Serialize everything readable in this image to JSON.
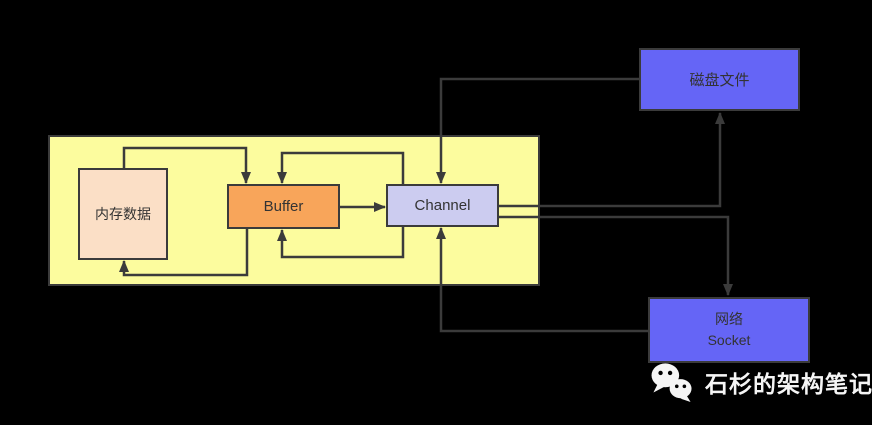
{
  "background_color": "#000000",
  "diagram": {
    "container": {
      "fill": "#FCFC9E",
      "border": "#3B3B3B"
    },
    "nodes": {
      "memory": {
        "label": "内存数据",
        "fill": "#FBDFC6"
      },
      "buffer": {
        "label": "Buffer",
        "fill": "#F8A55A"
      },
      "channel": {
        "label": "Channel",
        "fill": "#CCCCF0"
      },
      "disk": {
        "label": "磁盘文件",
        "fill": "#6565F6"
      },
      "socket": {
        "label_line1": "网络",
        "label_line2": "Socket",
        "fill": "#6565F6"
      }
    },
    "connector_color": "#3B3B3B",
    "connections": [
      {
        "from": "memory",
        "to": "buffer",
        "path": "top loop, arrow into Buffer top"
      },
      {
        "from": "buffer",
        "to": "memory",
        "path": "bottom loop, arrow into 内存数据 bottom"
      },
      {
        "from": "channel",
        "to": "buffer",
        "path": "top loop, arrow into Buffer top"
      },
      {
        "from": "channel",
        "to": "buffer",
        "path": "bottom loop, arrow into Buffer bottom"
      },
      {
        "from": "buffer",
        "to": "channel",
        "path": "direct horizontal arrow"
      },
      {
        "from": "disk",
        "to": "channel",
        "path": "left then down, arrow into Channel top"
      },
      {
        "from": "socket",
        "to": "channel",
        "path": "left then up, arrow into Channel bottom"
      },
      {
        "from": "channel",
        "to": "disk",
        "path": "right then up, arrow into 磁盘文件 bottom"
      },
      {
        "from": "channel",
        "to": "socket",
        "path": "right then down, arrow into 网络Socket top"
      }
    ]
  },
  "watermark": {
    "icon": "wechat-icon",
    "text": "石杉的架构笔记",
    "color": "#F5F5F5"
  }
}
